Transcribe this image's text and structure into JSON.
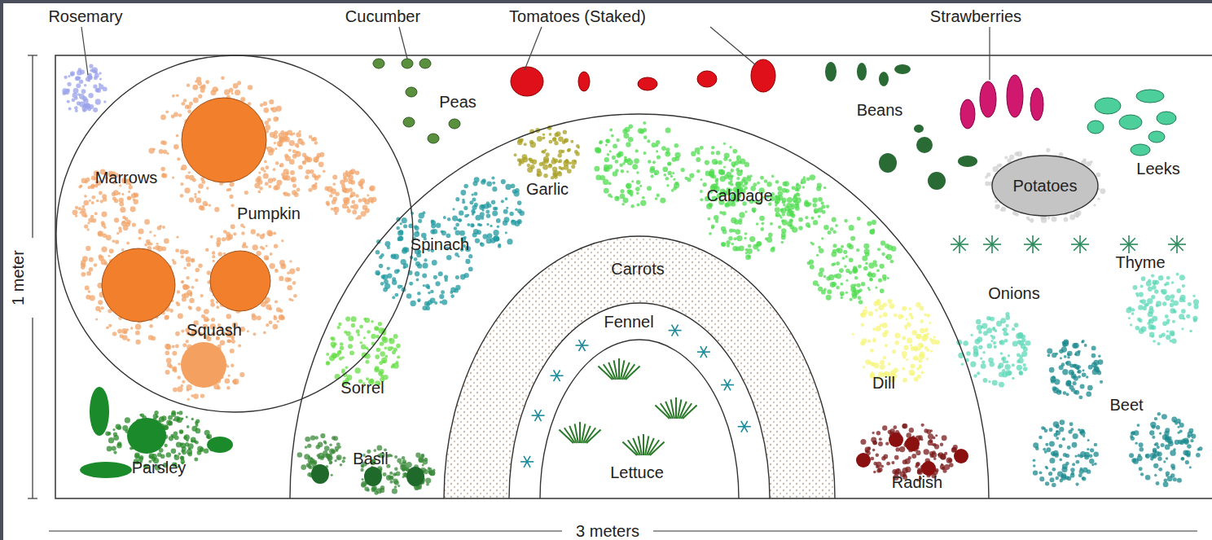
{
  "diagram": {
    "nodes": [
      {
        "text": [
          "Marrows",
          "Pumpkin",
          "Squash"
        ]
      },
      {
        "text": [
          "Spinach",
          "Garlic",
          "Cabbage",
          "Sorrel",
          "Basil",
          "Dill",
          "Radish"
        ]
      },
      {
        "text": [
          "Carrots"
        ],
        "in": 1
      },
      {
        "text": [
          "Fennel"
        ],
        "in": 2
      },
      {
        "text": [
          "Lettuce"
        ],
        "in": 3
      },
      {
        "text": [
          "Potatoes"
        ]
      }
    ],
    "labels": [
      "Rosemary",
      "Cucumber",
      "Tomatoes (Staked)",
      "Strawberries",
      "Peas",
      "Beans",
      "Leeks",
      "Thyme",
      "Onions",
      "Beet",
      "Parsley",
      "1 meter",
      "3 meters"
    ]
  }
}
